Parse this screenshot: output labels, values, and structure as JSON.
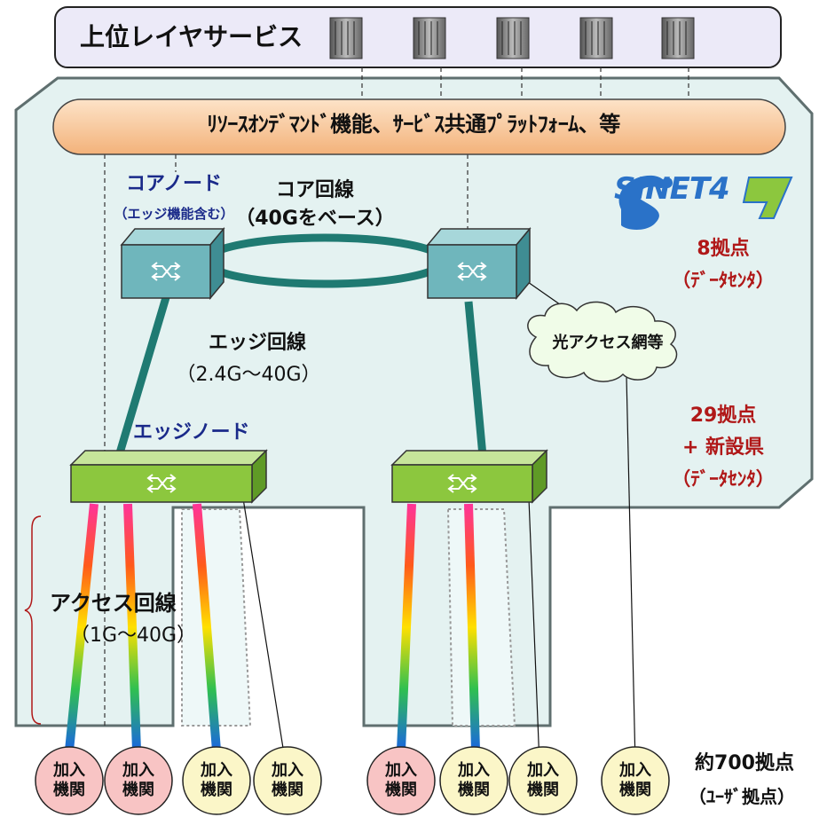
{
  "upper": {
    "title": "上位レイヤサービス"
  },
  "common": {
    "text": "ﾘｿｰｽｵﾝﾃﾞﾏﾝﾄﾞ機能、ｻｰﾋﾞｽ共通ﾌﾟﾗｯﾄﾌｫｰﾑ、等"
  },
  "logo": {
    "text": "SINET4"
  },
  "core_node": {
    "label": "コアノード",
    "sub": "（エッジ機能含む）"
  },
  "core_line": {
    "label": "コア回線",
    "sub": "（40Gをベース）"
  },
  "sites_8": {
    "count": "8拠点",
    "desc": "（ﾃﾞｰﾀｾﾝﾀ）"
  },
  "sites_29": {
    "count": "29拠点",
    "new": "+ 新設県",
    "desc": "（ﾃﾞｰﾀｾﾝﾀ）"
  },
  "edge_line": {
    "label": "エッジ回線",
    "sub": "（2.4G～40G）"
  },
  "edge_node": {
    "label": "エッジノード"
  },
  "access_line": {
    "label": "アクセス回線",
    "sub": "（1G～40G）"
  },
  "cloud": {
    "label": "光アクセス網等"
  },
  "member_label": "加入\n機関",
  "users": {
    "count": "約700拠点",
    "desc": "（ﾕｰｻﾞ拠点）"
  },
  "colors": {
    "panel": "#e4f2f1",
    "common_bar": "#f6c595",
    "core_switch": "#6fb6bc",
    "edge_switch": "#8cc73e",
    "link": "#1f7a72",
    "member_pink": "#f8c4c4",
    "member_yellow": "#fbf6c8",
    "site_red": "#b01818",
    "node_blue": "#1a2a8a"
  },
  "icons": [
    "server-icon",
    "switch-icon",
    "cloud-icon",
    "logo-icon"
  ]
}
